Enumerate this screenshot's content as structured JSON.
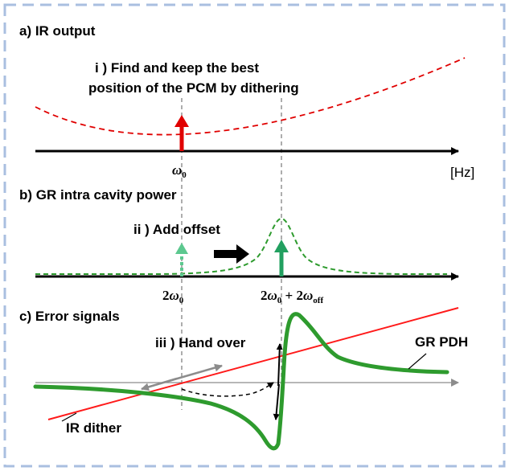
{
  "colors": {
    "frame": "#a9bfe0",
    "ir": "#e00000",
    "green_dark": "#2e9b2e",
    "green_light": "#5cc88f",
    "green_mid": "#22a060",
    "grey": "#8c8c8c"
  },
  "panel_a": {
    "title": "a) IR output",
    "step_line1": "i ) Find and keep the best",
    "step_line2": "position of the PCM by dithering",
    "omega0_symbol": "ω",
    "omega0_sub": "0",
    "unit": "[Hz]"
  },
  "panel_b": {
    "title": "b) GR intra cavity power",
    "step": "ii ) Add offset",
    "label_left_coef": "2",
    "label_left_symbol": "ω",
    "label_left_sub": "0",
    "label_right_coef1": "2",
    "label_right_symbol1": "ω",
    "label_right_sub1": "0",
    "label_right_plus": " + 2",
    "label_right_symbol2": "ω",
    "label_right_sub2": "off"
  },
  "panel_c": {
    "title": "c) Error signals",
    "step": "iii ) Hand over",
    "gr_pdh": "GR PDH",
    "ir_dither": "IR dither"
  }
}
